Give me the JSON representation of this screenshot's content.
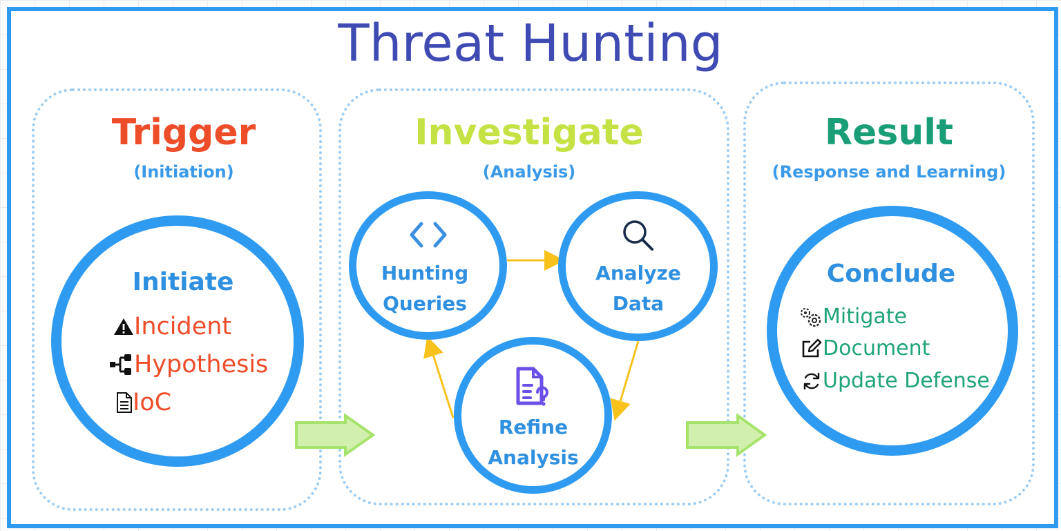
{
  "title": "Threat Hunting",
  "colors": {
    "frame": "#2f9bf0",
    "title": "#3f4bb3",
    "trigger": "#ee4d2a",
    "investigate": "#c5e244",
    "result": "#1a9e78",
    "subtitle": "#3a9ae8",
    "circle_label": "#2f90e0",
    "flow_arrow": "#f7c21b",
    "stage_arrow": "#a6e36c"
  },
  "stages": {
    "trigger": {
      "title": "Trigger",
      "subtitle": "(Initiation)",
      "circle_title": "Initiate",
      "items": [
        {
          "icon": "warning-icon",
          "label": "Incident"
        },
        {
          "icon": "hierarchy-icon",
          "label": "Hypothesis"
        },
        {
          "icon": "document-icon",
          "label": "IoC"
        }
      ]
    },
    "investigate": {
      "title": "Investigate",
      "subtitle": "(Analysis)",
      "nodes": [
        {
          "icon": "code-icon",
          "line1": "Hunting",
          "line2": "Queries"
        },
        {
          "icon": "magnifier-icon",
          "line1": "Analyze",
          "line2": "Data"
        },
        {
          "icon": "file-question-icon",
          "line1": "Refine",
          "line2": "Analysis"
        }
      ]
    },
    "result": {
      "title": "Result",
      "subtitle": "(Response and Learning)",
      "circle_title": "Conclude",
      "items": [
        {
          "icon": "gears-icon",
          "label": "Mitigate"
        },
        {
          "icon": "edit-icon",
          "label": "Document"
        },
        {
          "icon": "refresh-icon",
          "label": "Update Defense"
        }
      ]
    }
  }
}
